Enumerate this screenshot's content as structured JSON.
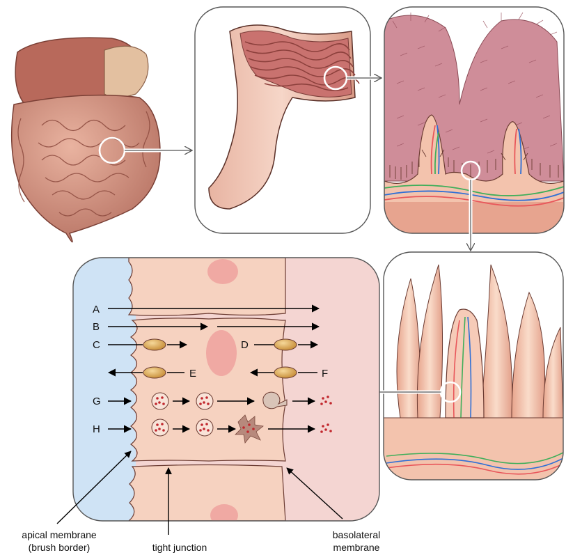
{
  "rows": {
    "A": "A",
    "B": "B",
    "C": "C",
    "D": "D",
    "E": "E",
    "F": "F",
    "G": "G",
    "H": "H"
  },
  "captions": {
    "apical_line1": "apical membrane",
    "apical_line2": "(brush border)",
    "tight": "tight junction",
    "baso_line1": "basolateral",
    "baso_line2": "membrane"
  },
  "colors": {
    "lumen": "#cfe3f5",
    "interstitium": "#f4d5d2",
    "cell": "#f6d2c0",
    "tissue": "#f0b8a2",
    "villus_pink": "#d68f9c",
    "carrier": "#e0b061",
    "particle": "#c1272d",
    "artery": "#e8565a",
    "vein": "#2e6fd6",
    "lymph": "#3fae5a"
  }
}
